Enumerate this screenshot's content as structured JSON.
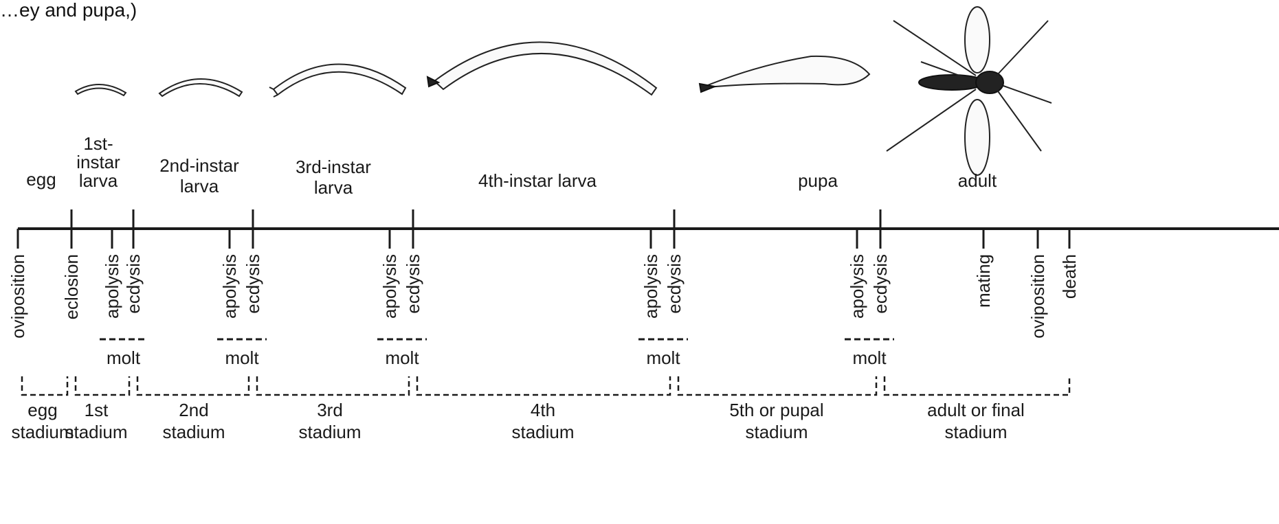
{
  "caption_top": "…ey and pupa,)",
  "stages": [
    {
      "id": "egg",
      "lines": [
        "egg"
      ]
    },
    {
      "id": "instar1",
      "lines": [
        "1st-",
        "instar",
        "larva"
      ]
    },
    {
      "id": "instar2",
      "lines": [
        "2nd-instar",
        "larva"
      ]
    },
    {
      "id": "instar3",
      "lines": [
        "3rd-instar",
        "larva"
      ]
    },
    {
      "id": "instar4",
      "lines": [
        "4th-instar larva"
      ]
    },
    {
      "id": "pupa",
      "lines": [
        "pupa"
      ]
    },
    {
      "id": "adult",
      "lines": [
        "adult"
      ]
    }
  ],
  "events": [
    "oviposition",
    "eclosion",
    "apolysis",
    "ecdysis",
    "apolysis",
    "ecdysis",
    "apolysis",
    "ecdysis",
    "apolysis",
    "ecdysis",
    "apolysis",
    "ecdysis",
    "mating",
    "oviposition",
    "death"
  ],
  "molt_label": "molt",
  "stadia": [
    {
      "id": "egg",
      "lines": [
        "egg",
        "stadium"
      ]
    },
    {
      "id": "s1",
      "lines": [
        "1st",
        "stadium"
      ]
    },
    {
      "id": "s2",
      "lines": [
        "2nd",
        "stadium"
      ]
    },
    {
      "id": "s3",
      "lines": [
        "3rd",
        "stadium"
      ]
    },
    {
      "id": "s4",
      "lines": [
        "4th",
        "stadium"
      ]
    },
    {
      "id": "s5",
      "lines": [
        "5th or pupal",
        "stadium"
      ]
    },
    {
      "id": "adult",
      "lines": [
        "adult or final",
        "stadium"
      ]
    }
  ]
}
